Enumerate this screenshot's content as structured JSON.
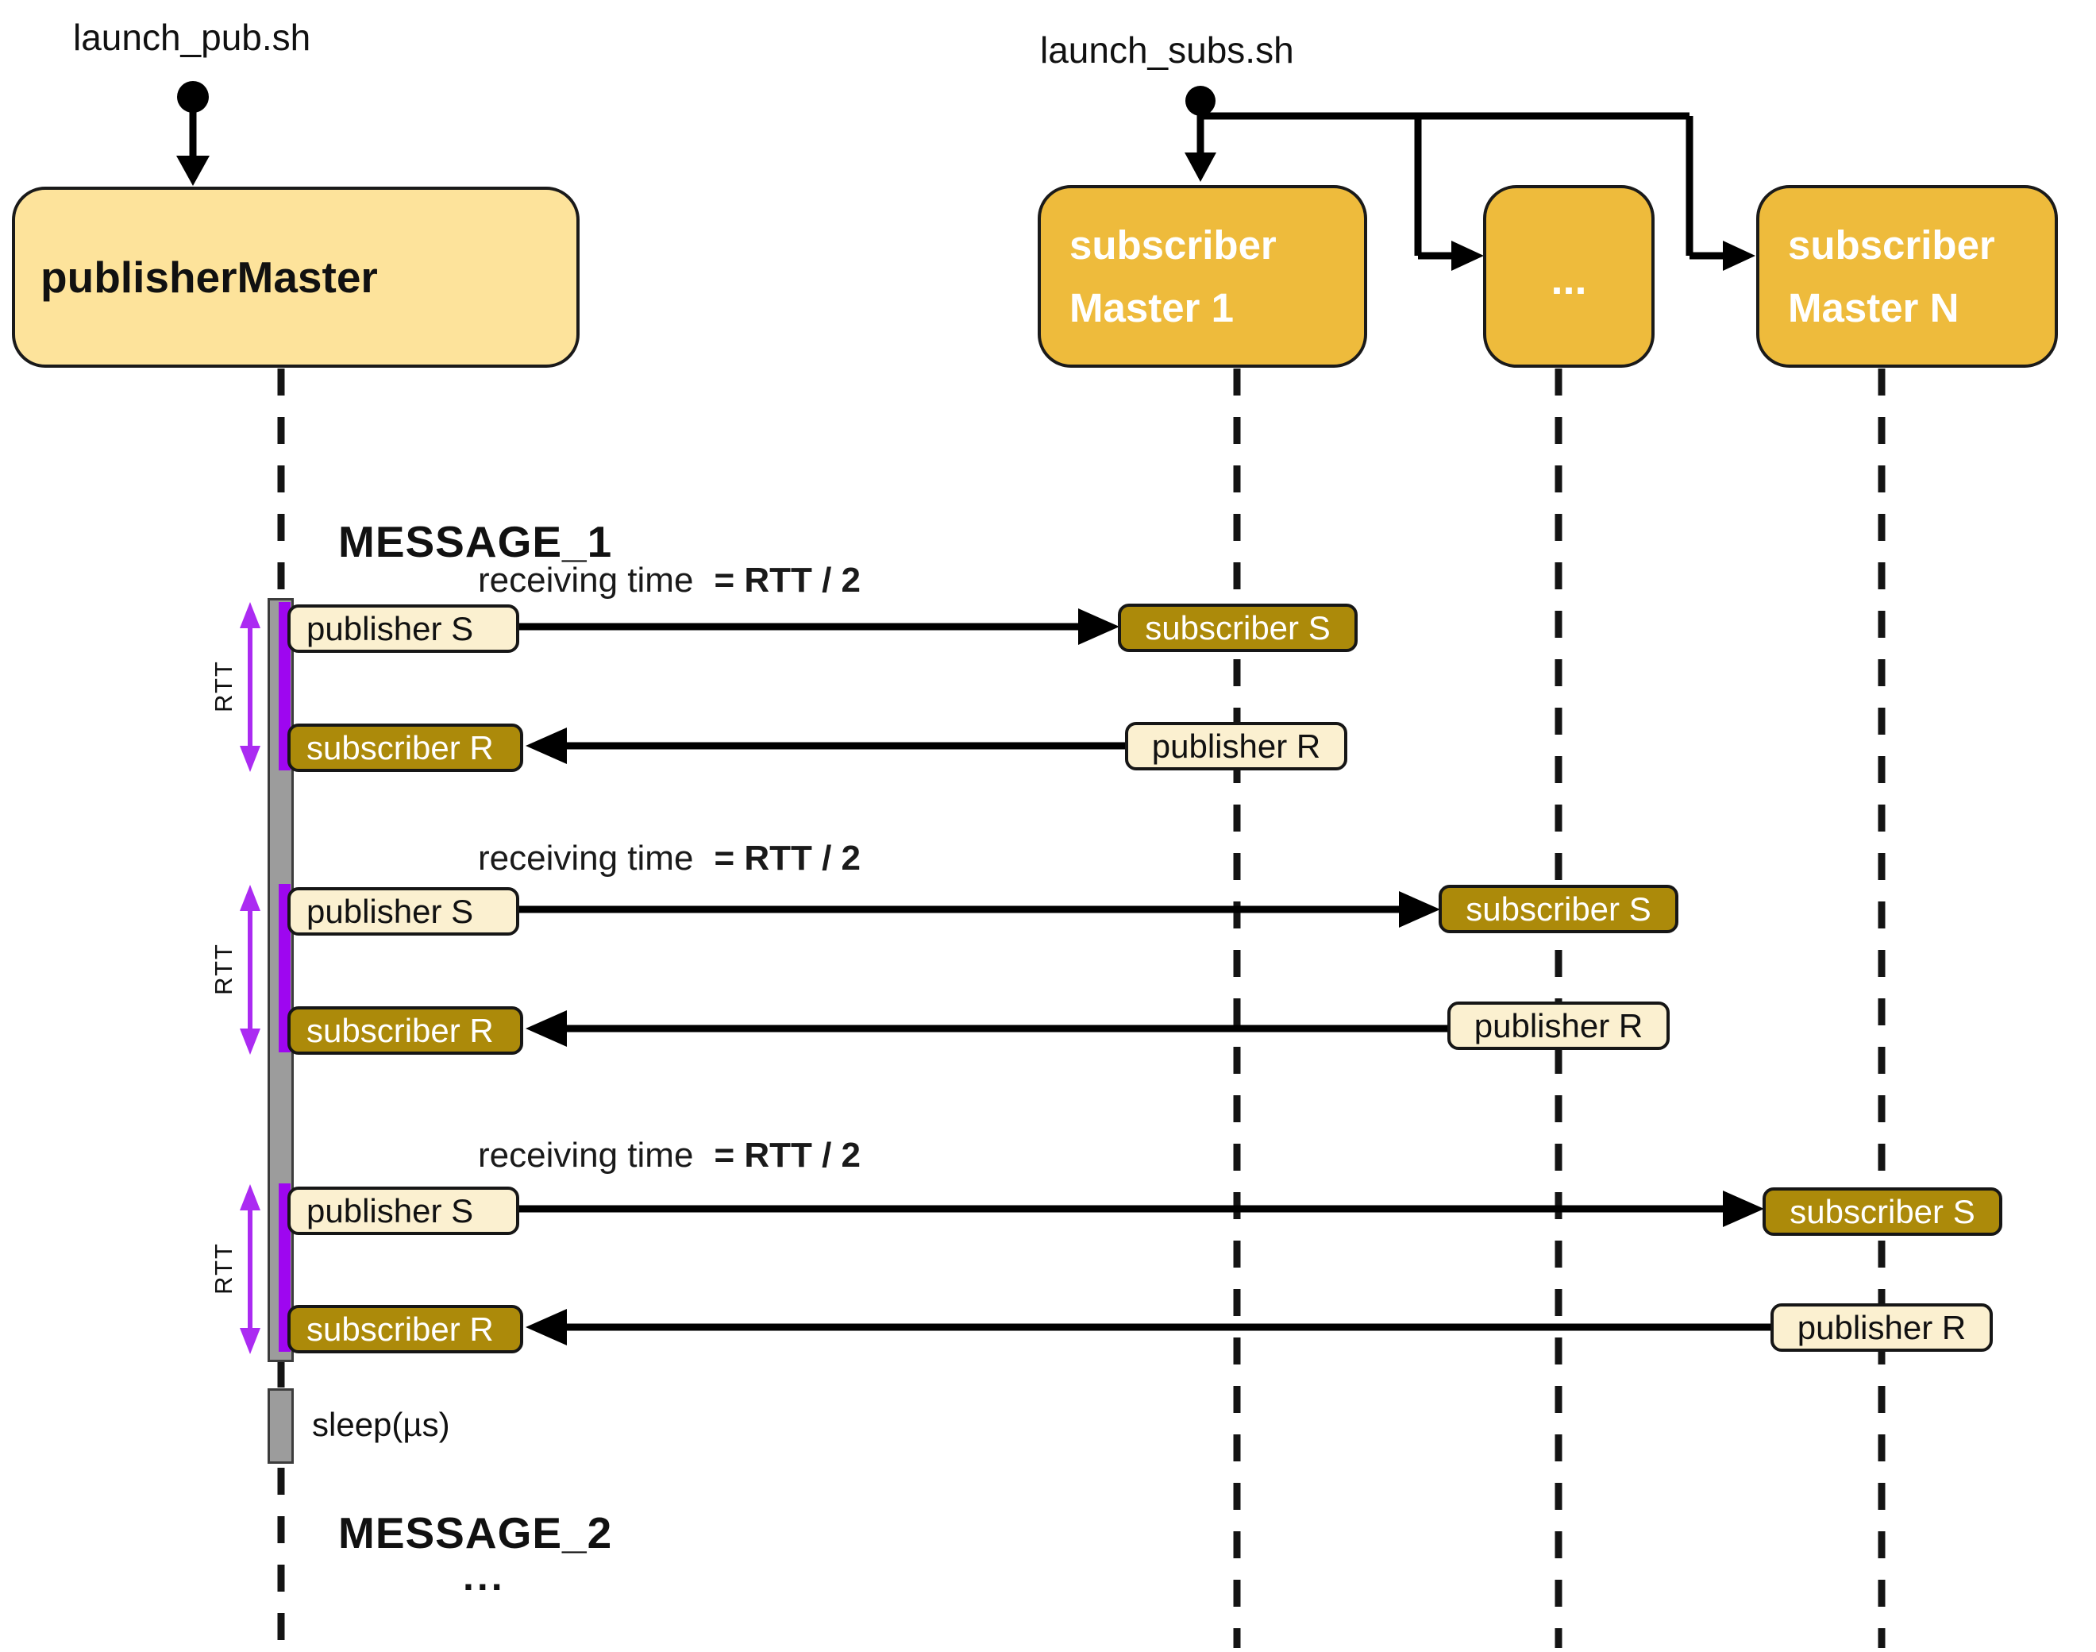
{
  "header": {
    "launch_pub": "launch_pub.sh",
    "launch_subs": "launch_subs.sh",
    "publisher_master": "publisherMaster",
    "master1_line1": "subscriber",
    "master1_line2": "Master 1",
    "masters_ellipsis": "...",
    "masterN_line1": "subscriber",
    "masterN_line2": "Master N"
  },
  "timeline": {
    "message1": "MESSAGE_1",
    "message2": "MESSAGE_2",
    "continuation": "...",
    "sleep": "sleep(µs)",
    "rtt": "RTT"
  },
  "exchanges": [
    {
      "annotation_normal": "receiving time",
      "annotation_bold": "= RTT / 2",
      "publisher_send": "publisher S",
      "subscriber_send": "subscriber S",
      "subscriber_recv": "subscriber R",
      "publisher_recv": "publisher R"
    },
    {
      "annotation_normal": "receiving time",
      "annotation_bold": "= RTT / 2",
      "publisher_send": "publisher S",
      "subscriber_send": "subscriber S",
      "subscriber_recv": "subscriber R",
      "publisher_recv": "publisher R"
    },
    {
      "annotation_normal": "receiving time",
      "annotation_bold": "= RTT / 2",
      "publisher_send": "publisher S",
      "subscriber_send": "subscriber S",
      "subscriber_recv": "subscriber R",
      "publisher_recv": "publisher R"
    }
  ],
  "colors": {
    "publisher_master_fill": "#FDE39B",
    "master_fill": "#EEBB3C",
    "dark_box_fill": "#AC8A0A",
    "light_box_fill": "#FBF0D0",
    "bar_fill": "#9C9C9C",
    "bar_border": "#3C3C3C",
    "purple": "#9E06F0",
    "arrow_purple": "#AB2BF2",
    "line_black": "#141414"
  }
}
